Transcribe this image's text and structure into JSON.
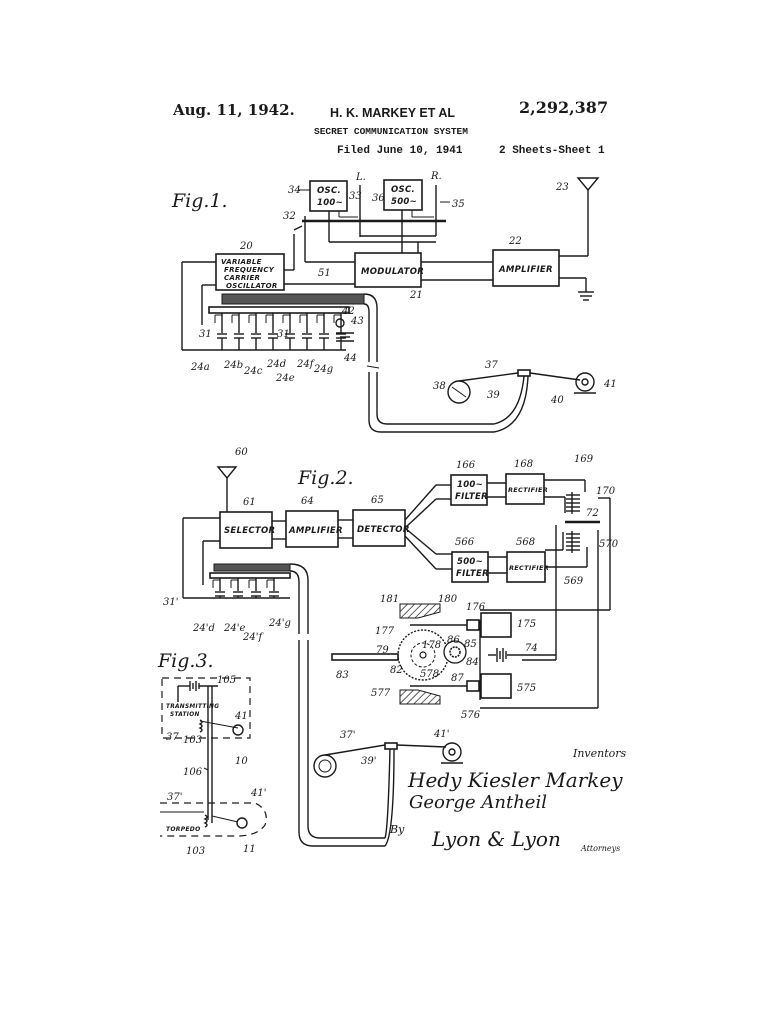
{
  "header": {
    "date": "Aug. 11, 1942.",
    "inventor": "H. K. MARKEY ET AL",
    "patent_number": "2,292,387",
    "title": "SECRET COMMUNICATION SYSTEM",
    "filed": "Filed June 10, 1941",
    "sheets": "2 Sheets-Sheet 1"
  },
  "fig1": {
    "label": "Fig.1.",
    "blocks": {
      "osc100": [
        "OSC.",
        "100~"
      ],
      "osc500": [
        "OSC.",
        "500~"
      ],
      "vfo": [
        "VARIABLE",
        "FREQUENCY",
        "CARRIER",
        "OSCILLATOR"
      ],
      "modulator": "MODULATOR",
      "amplifier": "AMPLIFIER"
    },
    "refs": {
      "r34": "34",
      "r33": "33",
      "r36": "36",
      "r35": "35",
      "r32": "32",
      "rL": "L.",
      "rR": "R.",
      "r20": "20",
      "r21": "21",
      "r22": "22",
      "r23": "23",
      "r51": "51",
      "r42": "42",
      "r43": "43",
      "r44": "44",
      "r31a": "31",
      "r31b": "31",
      "r24a": "24a",
      "r24b": "24b",
      "r24c": "24c",
      "r24d": "24d",
      "r24e": "24e",
      "r24f": "24f",
      "r24g": "24g",
      "r37": "37",
      "r38": "38",
      "r39": "39",
      "r40": "40",
      "r41": "41"
    }
  },
  "fig2": {
    "label": "Fig.2.",
    "blocks": {
      "selector": "SELECTOR",
      "amplifier": "AMPLIFIER",
      "detector": "DETECTOR",
      "filter100": [
        "100~",
        "FILTER"
      ],
      "filter500": [
        "500~",
        "FILTER"
      ],
      "rectifier1": "RECTIFIER",
      "rectifier2": "RECTIFIER"
    },
    "refs": {
      "r60": "60",
      "r61": "61",
      "r64": "64",
      "r65": "65",
      "r166": "166",
      "r168": "168",
      "r169": "169",
      "r170": "170",
      "r72": "72",
      "r566": "566",
      "r568": "568",
      "r569": "569",
      "r570": "570",
      "r31p": "31'",
      "r24pd": "24'd",
      "r24pe": "24'e",
      "r24pf": "24'f",
      "r24pg": "24'g",
      "r181": "181",
      "r180": "180",
      "r176": "176",
      "r175": "175",
      "r177": "177",
      "r178": "178",
      "r86": "86",
      "r85": "85",
      "r79": "79",
      "r74": "74",
      "r84": "84",
      "r83": "83",
      "r82": "82",
      "r578": "578",
      "r87": "87",
      "r577": "577",
      "r575": "575",
      "r576": "576",
      "r37p": "37'",
      "r39p": "39'",
      "r41p": "41'"
    }
  },
  "fig3": {
    "label": "Fig.3.",
    "station": [
      "TRANSMITTING",
      "STATION"
    ],
    "torpedo": "TORPEDO",
    "refs": {
      "r105": "105",
      "r41": "41",
      "r37": "37",
      "r103a": "103",
      "r10": "10",
      "r106": "106",
      "r37p": "37'",
      "r41p": "41'",
      "r103b": "103",
      "r11": "11"
    }
  },
  "signatures": {
    "inventors_label": "Inventors",
    "inventor1": "Hedy Kiesler Markey",
    "inventor2": "George Antheil",
    "by": "By",
    "attorney_sig": "Lyon & Lyon",
    "attorneys_label": "Attorneys"
  }
}
